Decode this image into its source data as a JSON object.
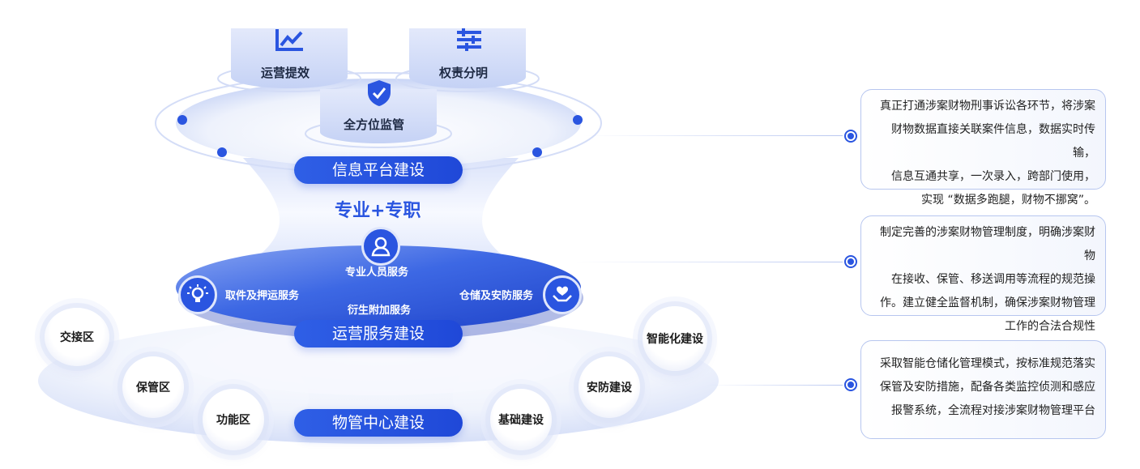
{
  "top_items": [
    {
      "label": "运营提效",
      "icon": "chart-trend-icon"
    },
    {
      "label": "权责分明",
      "icon": "sliders-icon"
    },
    {
      "label": "全方位监管",
      "icon": "shield-check-icon"
    }
  ],
  "layers": {
    "info": "信息平台建设",
    "ops": "运营服务建设",
    "center": "物管中心建设"
  },
  "middle_title": "专业+专职",
  "ops_services": {
    "personnel": "专业人员服务",
    "pickup": "取件及押运服务",
    "storage": "仓储及安防服务",
    "derived": "衍生附加服务"
  },
  "center_zones": [
    "交接区",
    "保管区",
    "功能区",
    "基础建设",
    "安防建设",
    "智能化建设"
  ],
  "callouts": [
    {
      "lines": [
        "真正打通涉案财物刑事诉讼各环节，将涉案",
        "财物数据直接关联案件信息，数据实时传输，",
        "信息互通共享，一次录入，跨部门使用，",
        "实现 “数据多跑腿，财物不挪窝”。"
      ]
    },
    {
      "lines": [
        "制定完善的涉案财物管理制度，明确涉案财物",
        "在接收、保管、移送调用等流程的规范操",
        "作。建立健全监督机制，确保涉案财物管理",
        "工作的合法合规性"
      ]
    },
    {
      "lines": [
        "采取智能仓储化管理模式，按标准规范落实",
        "保管及安防措施，配备各类监控侦测和感应",
        "报警系统，全流程对接涉案财物管理平台"
      ]
    }
  ],
  "colors": {
    "primary": "#2a55e0",
    "dark": "#1e2a44",
    "light": "#e8edfb"
  }
}
